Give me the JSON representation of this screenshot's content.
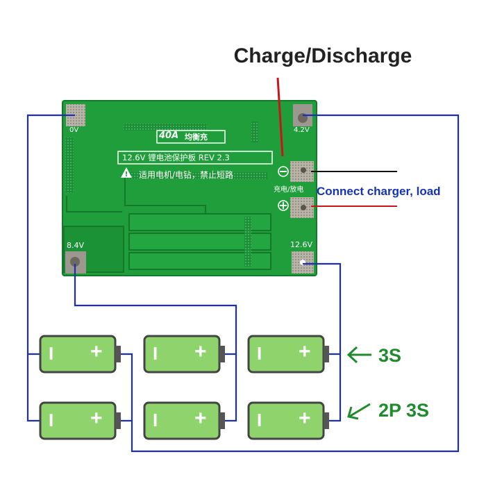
{
  "title": "Charge/Discharge",
  "board": {
    "current_rating": "40A",
    "brand": "均衡充",
    "model_line": "12.6V 锂电池保护板 REV 2.3",
    "warning": "适用电机/电钻，禁止短路",
    "charge_discharge": "充电/放电",
    "pads": {
      "p0v": "0V",
      "p4_2v": "4.2V",
      "p8_4v": "8.4V",
      "p12_6v": "12.6V"
    },
    "minus_sign": "⊖",
    "plus_sign": "⊕"
  },
  "connect_label": "Connect charger, load",
  "configs": {
    "row1": "3S",
    "row2": "2P 3S"
  },
  "battery": {
    "minus": "I",
    "plus": "+"
  },
  "colors": {
    "wire": "#1c2fae",
    "pcb": "#1f9e3b",
    "battery": "#8ed36b",
    "arrow": "#1f8b2d",
    "red_wire": "#c8141c"
  }
}
